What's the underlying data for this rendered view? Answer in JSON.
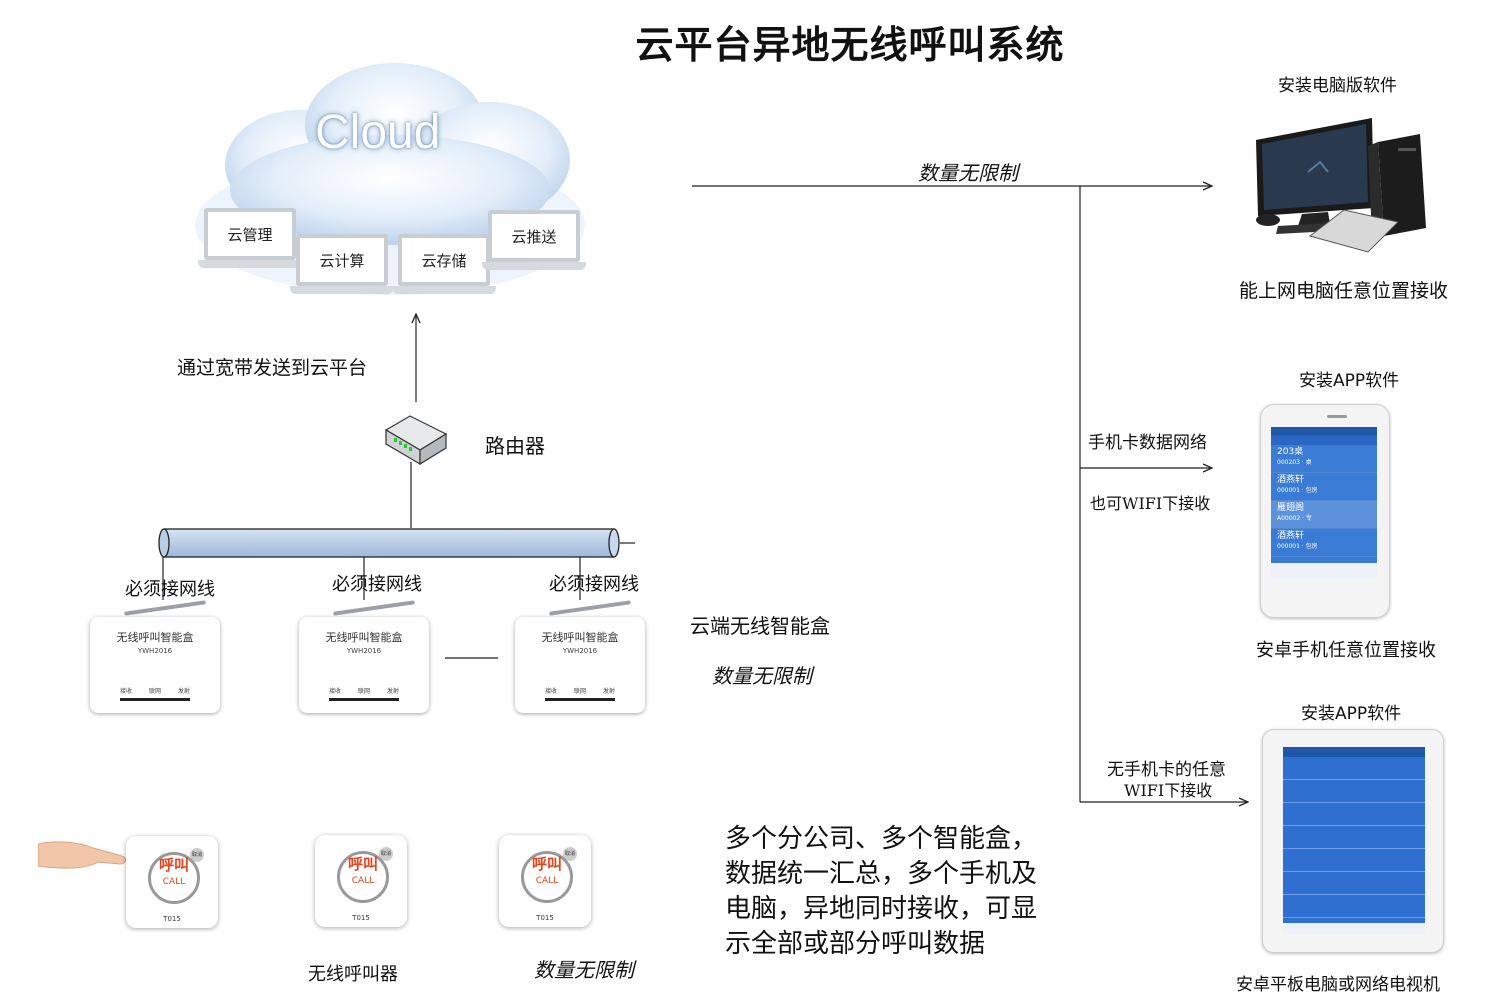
{
  "title": "云平台异地无线呼叫系统",
  "cloud": {
    "label": "Cloud",
    "services": [
      "云管理",
      "云计算",
      "云存储",
      "云推送"
    ]
  },
  "left": {
    "broadband_label": "通过宽带发送到云平台",
    "router_label": "路由器",
    "box_labels": [
      "必须接网线",
      "必须接网线",
      "必须接网线"
    ],
    "box_title": "无线呼叫智能盒",
    "box_model": "YWH2016",
    "box_indicators": [
      "接收",
      "联网",
      "发射"
    ],
    "smart_box_label": "云端无线智能盒",
    "smart_box_qty": "数量无限制",
    "caller_main": "呼叫",
    "caller_sub": "CALL",
    "caller_brand": "T015",
    "caller_badge": "取消",
    "caller_label": "无线呼叫器",
    "caller_qty": "数量无限制"
  },
  "summary": [
    "多个分公司、多个智能盒，",
    "数据统一汇总，多个手机及",
    "电脑，异地同时接收，可显",
    "示全部或部分呼叫数据"
  ],
  "right": {
    "top_qty": "数量无限制",
    "pc_install": "安装电脑版软件",
    "pc_caption": "能上网电脑任意位置接收",
    "phone_net1": "手机卡数据网络",
    "phone_net2": "也可WIFI下接收",
    "phone_install": "安装APP软件",
    "phone_caption": "安卓手机任意位置接收",
    "tablet_net1": "无手机卡的任意",
    "tablet_net2": "WIFI下接收",
    "tablet_install": "安装APP软件",
    "tablet_caption": "安卓平板电脑或网络电视机",
    "phone_rows": [
      {
        "title": "203桌",
        "sub": "000203 · 桌"
      },
      {
        "title": "酒燕轩",
        "sub": "000001 · 包房"
      },
      {
        "title": "雁翅阁",
        "sub": "A00002 · 专"
      },
      {
        "title": "酒燕轩",
        "sub": "000001 · 包房"
      }
    ]
  },
  "colors": {
    "accent": "#3a7bd5",
    "red": "#e8441c",
    "pipe": "#b8cde6"
  }
}
